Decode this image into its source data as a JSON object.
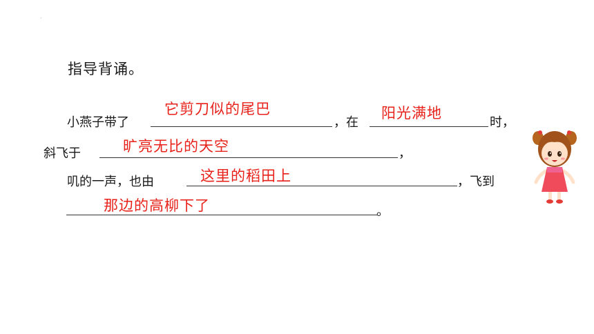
{
  "dot": "·",
  "heading": "指导背诵。",
  "line1": {
    "prefix": "小燕子带了",
    "answer1": "它剪刀似的尾巴",
    "mid": "，在",
    "answer2": "阳光满地",
    "suffix": "时，"
  },
  "line2": {
    "prefix": "斜飞于",
    "answer": "旷亮无比的天空",
    "suffix": "，"
  },
  "line3": {
    "prefix": "叽的一声，也由",
    "answer": "这里的稻田上",
    "suffix": "，飞到"
  },
  "line4": {
    "answer": "那边的高柳下了",
    "suffix": "。"
  },
  "colors": {
    "answer": "#e8211a",
    "text": "#1a1a1a"
  },
  "icons": {
    "decoration": "cartoon-girl-icon"
  }
}
